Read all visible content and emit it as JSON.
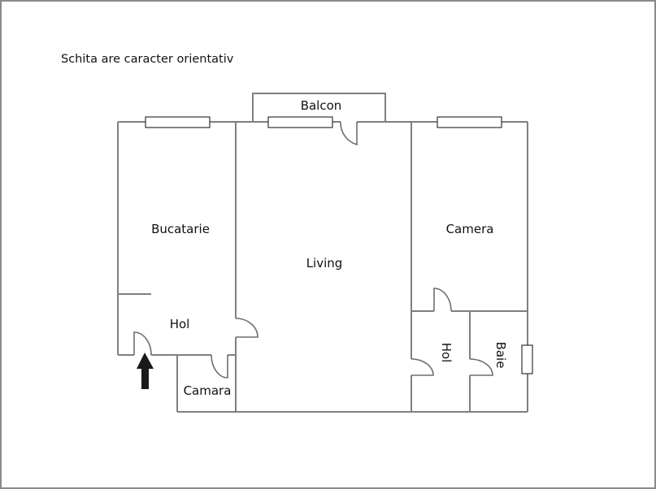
{
  "note": "Schita are caracter orientativ",
  "rooms": {
    "balcon": "Balcon",
    "bucatarie": "Bucatarie",
    "living": "Living",
    "camera": "Camera",
    "hol_entry": "Hol",
    "camara": "Camara",
    "hol_inner": "Hol",
    "baie": "Baie"
  },
  "entrance": {
    "icon": "entrance-arrow-icon"
  },
  "colors": {
    "wall": "#7f7f7f",
    "window": "#333333",
    "text": "#111111",
    "arrow": "#1a1a1a"
  }
}
